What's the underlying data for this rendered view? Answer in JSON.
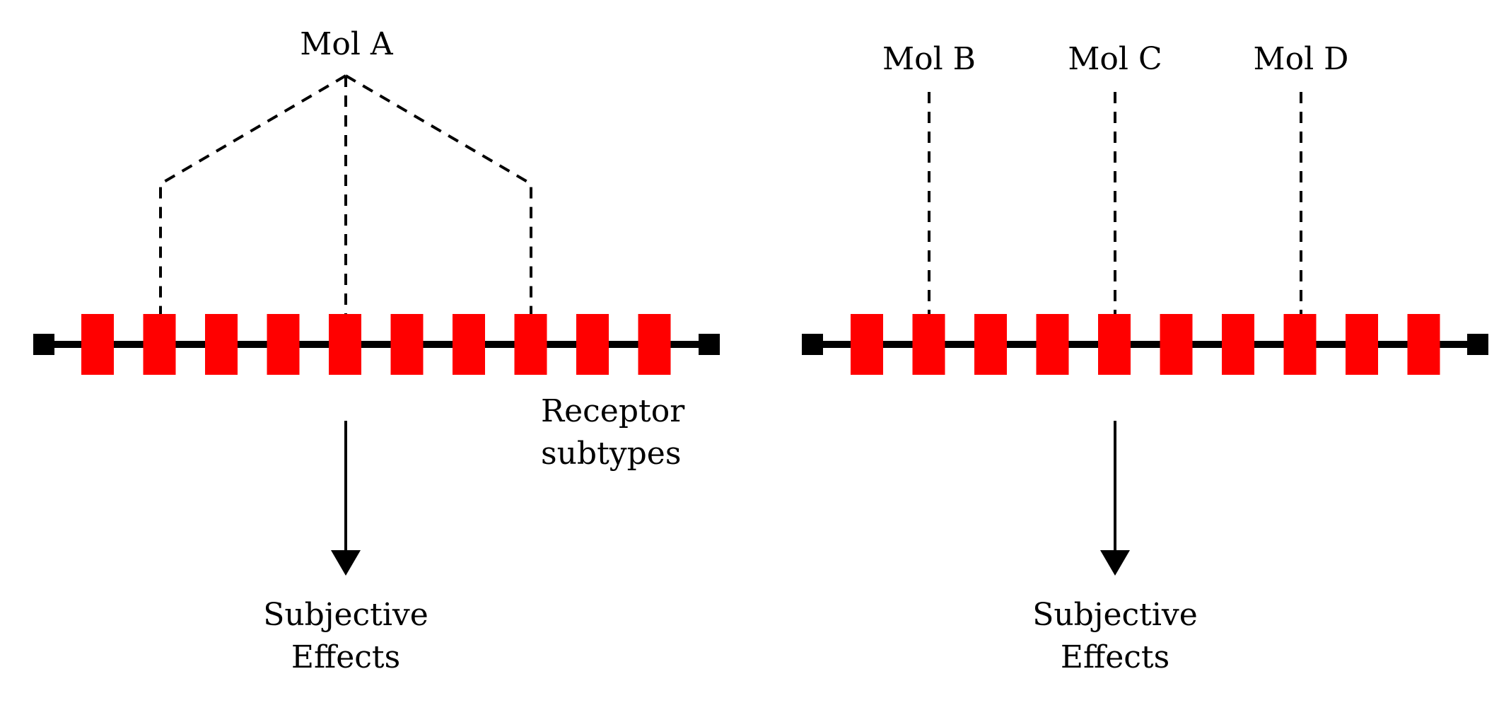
{
  "colors": {
    "receptor": "#ff0000",
    "line": "#000000",
    "background": "#ffffff"
  },
  "panels": [
    {
      "molecules": [
        {
          "label": "Mol A",
          "targets": [
            1,
            4,
            7
          ]
        }
      ],
      "receptor_count": 10,
      "receptor_label_line1": "Receptor",
      "receptor_label_line2": "subtypes",
      "effect_line1": "Subjective",
      "effect_line2": "Effects"
    },
    {
      "molecules": [
        {
          "label": "Mol B",
          "targets": [
            1
          ]
        },
        {
          "label": "Mol C",
          "targets": [
            4
          ]
        },
        {
          "label": "Mol D",
          "targets": [
            7
          ]
        }
      ],
      "receptor_count": 10,
      "effect_line1": "Subjective",
      "effect_line2": "Effects"
    }
  ],
  "icons": {
    "membrane_end_left": "square-end-icon",
    "membrane_end_right": "square-end-icon",
    "effect_arrow": "arrow-down-icon"
  }
}
